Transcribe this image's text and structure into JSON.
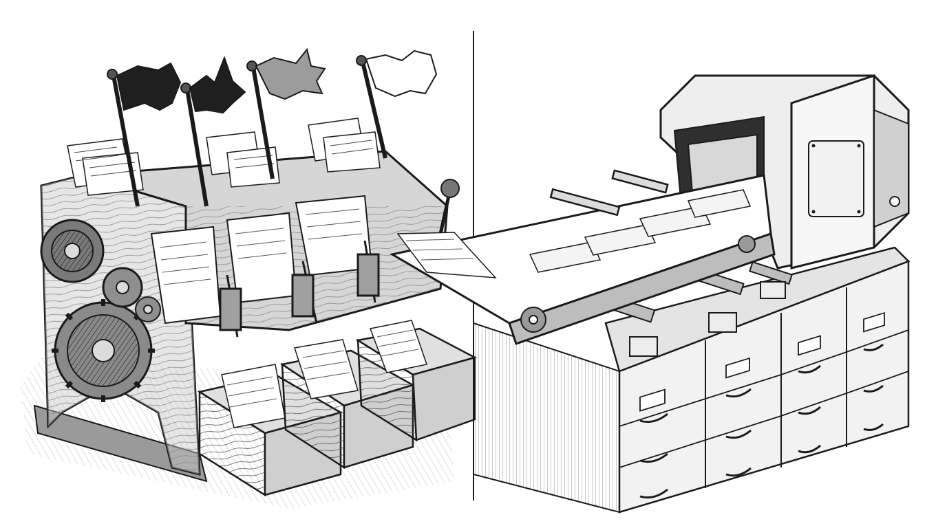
{
  "colors": {
    "ink": "#1a1a1a",
    "paper": "#ffffff",
    "wood": "#bdbdbd",
    "metal": "#eeeeee",
    "dark_metal": "#595959"
  },
  "illustration": {
    "layout": "two-panel split",
    "left_panel": {
      "flags": [
        {
          "color": "black"
        },
        {
          "color": "black"
        },
        {
          "color": "gray"
        },
        {
          "color": "white"
        }
      ],
      "sorting_bins": 3,
      "gears": 3
    },
    "right_panel": {
      "file_cabinet_columns": 4,
      "drawers_per_column": 3
    }
  }
}
